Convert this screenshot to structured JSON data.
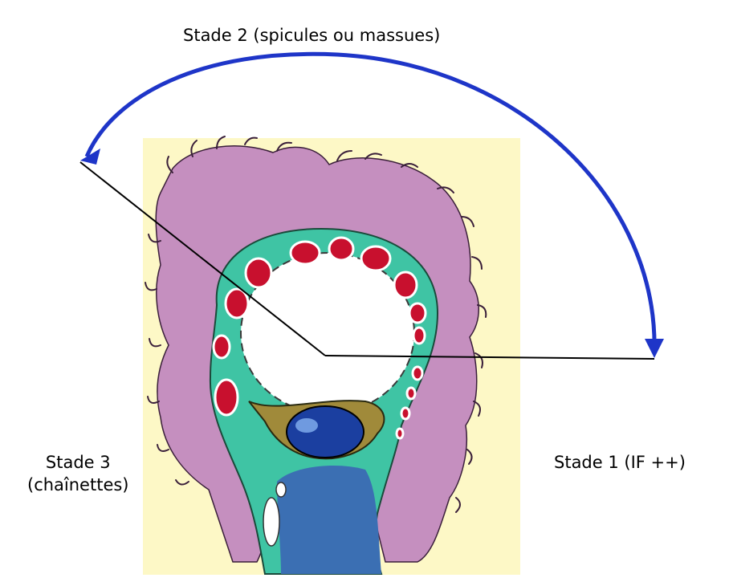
{
  "labels": {
    "stage2": "Stade 2 (spicules ou massues)",
    "stage1": "Stade 1 (IF ++)",
    "stage3_line1": "Stade 3",
    "stage3_line2": "(chaînettes)"
  },
  "colors": {
    "background_panel": "#fdf8c6",
    "pseudopod": "#c58fbf",
    "podocyte_cytoplasm": "#3fc4a4",
    "capillary_lumen": "#ffffff",
    "red_cells": "#c8102e",
    "nucleus_halo": "#a08a3a",
    "nucleus": "#1b3fa0",
    "blue_region": "#3b6fb3",
    "arrow": "#1e35c8",
    "lines": "#000000"
  }
}
